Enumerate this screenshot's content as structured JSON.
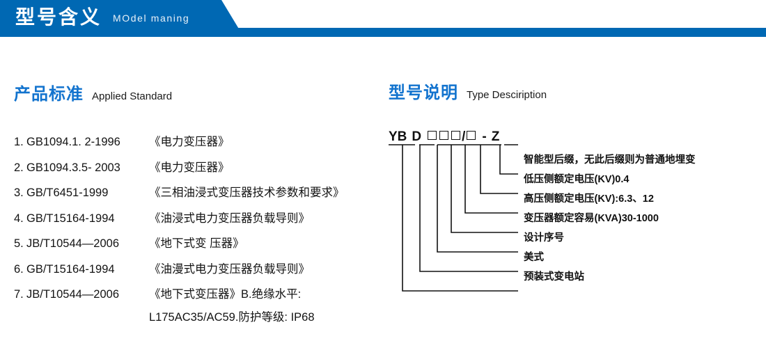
{
  "banner": {
    "title": "型号含义",
    "subtitle": "MOdel maning",
    "bar_color": "#0068b3"
  },
  "sections": {
    "left": {
      "cn": "产品标准",
      "en": "Applied Standard",
      "accent": "#1273ce"
    },
    "right": {
      "cn": "型号说明",
      "en": "Type Desciription",
      "accent": "#1273ce"
    }
  },
  "standards": [
    {
      "index": "1.",
      "code": "GB1094.1. 2-1996",
      "name": "《电力变压器》"
    },
    {
      "index": "2.",
      "code": "GB1094.3.5- 2003",
      "name": "《电力变压器》"
    },
    {
      "index": "3.",
      "code": "GB/T6451-1999",
      "name": "《三相油浸式变压器技术参数和要求》"
    },
    {
      "index": "4.",
      "code": "GB/T15164-1994",
      "name": "《油浸式电力变压器负载导则》"
    },
    {
      "index": "5.",
      "code": "JB/T10544—2006",
      "name": "《地下式变 压器》"
    },
    {
      "index": "6.",
      "code": "GB/T15164-1994",
      "name": "《油漫式电力变压器负载导则》"
    },
    {
      "index": "7.",
      "code": "JB/T10544—2006",
      "name": "《地下式变压器》B.绝缘水平:"
    }
  ],
  "standards_continuation": "L175AC35/AC59.防护等级: IP68",
  "model_code": {
    "text": "YB D □□□/□ - Z",
    "parts": [
      "YB",
      "D",
      "□",
      "□",
      "□",
      "/□",
      "-Z"
    ]
  },
  "model_labels": [
    "智能型后缀，无此后缀则为普通地埋变",
    "低压侧额定电压(KV)0.4",
    "高压侧额定电压(KV):6.3、12",
    "变压器额定容易(KVA)30-1000",
    "设计序号",
    "美式",
    "预装式变电站"
  ]
}
